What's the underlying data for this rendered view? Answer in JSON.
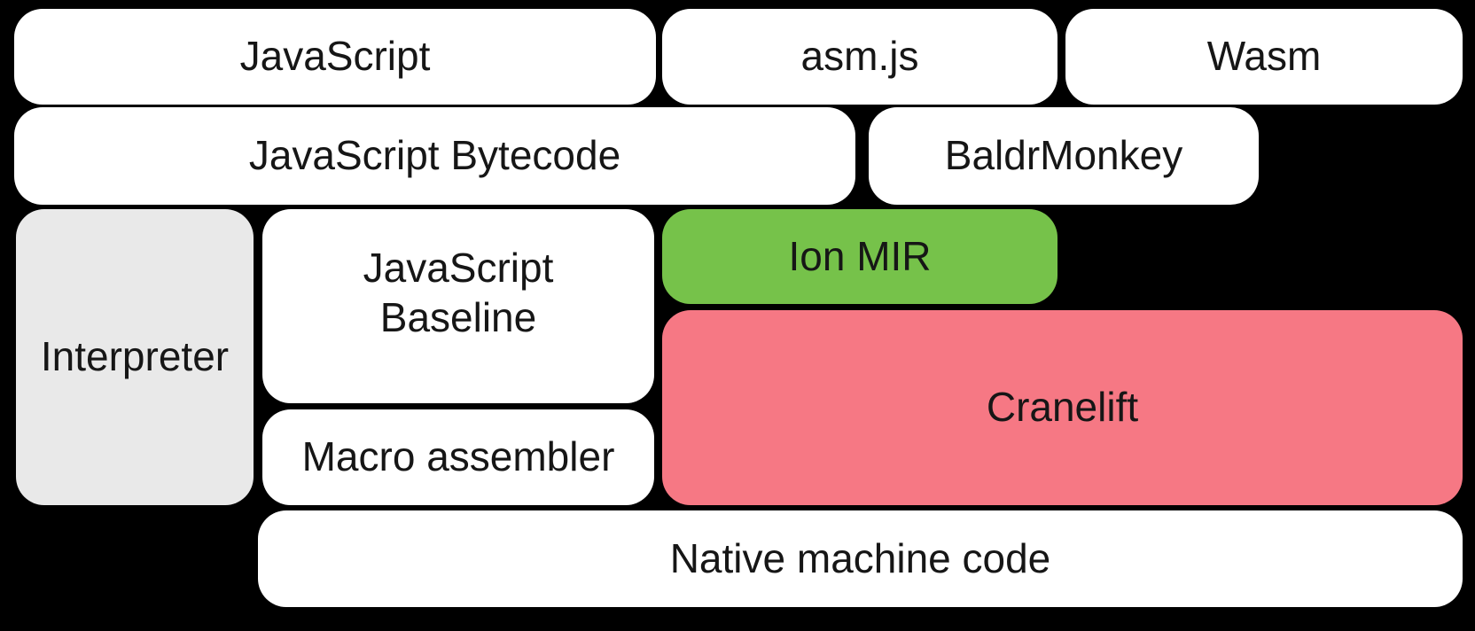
{
  "colors": {
    "background": "#000000",
    "box_white": "#ffffff",
    "box_gray": "#e9e9e9",
    "box_green": "#76c24a",
    "box_pink": "#f67884",
    "text": "#161616"
  },
  "nodes": {
    "javascript": {
      "label": "JavaScript",
      "fill": "#ffffff"
    },
    "asmjs": {
      "label": "asm.js",
      "fill": "#ffffff"
    },
    "wasm": {
      "label": "Wasm",
      "fill": "#ffffff"
    },
    "js_bytecode": {
      "label": "JavaScript Bytecode",
      "fill": "#ffffff"
    },
    "baldrmonkey": {
      "label": "BaldrMonkey",
      "fill": "#ffffff"
    },
    "interpreter": {
      "label": "Interpreter",
      "fill": "#e9e9e9"
    },
    "js_baseline": {
      "label_line1": "JavaScript",
      "label_line2": "Baseline",
      "fill": "#ffffff"
    },
    "ion_mir": {
      "label": "Ion MIR",
      "fill": "#76c24a"
    },
    "cranelift": {
      "label": "Cranelift",
      "fill": "#f67884"
    },
    "macro_assembler": {
      "label": "Macro assembler",
      "fill": "#ffffff"
    },
    "native_machine_code": {
      "label": "Native machine code",
      "fill": "#ffffff"
    }
  }
}
